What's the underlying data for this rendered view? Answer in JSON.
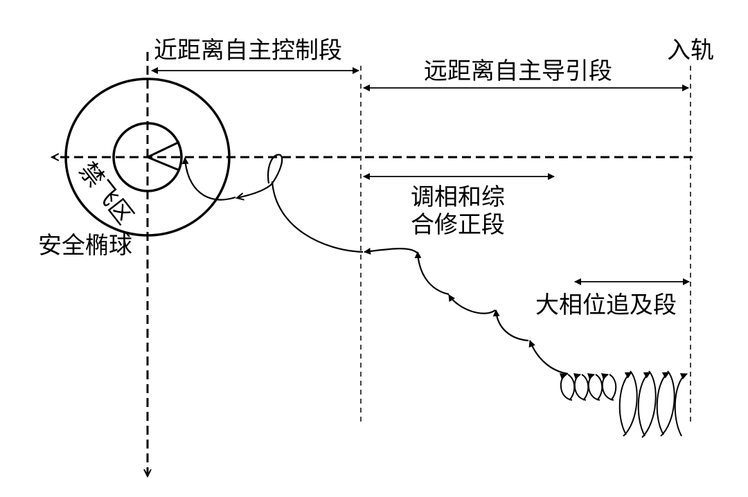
{
  "colors": {
    "ink": "#000000",
    "background": "#ffffff"
  },
  "labels": {
    "proximity_control": "近距离自主控制段",
    "orbit_insertion": "入轨",
    "long_range_guidance": "远距离自主导引段",
    "phasing_line1": "调相和综",
    "phasing_line2": "合修正段",
    "no_fly_zone": "禁飞区",
    "safety_ellipsoid": "安全椭球",
    "large_phase_chase": "大相位追及段"
  }
}
